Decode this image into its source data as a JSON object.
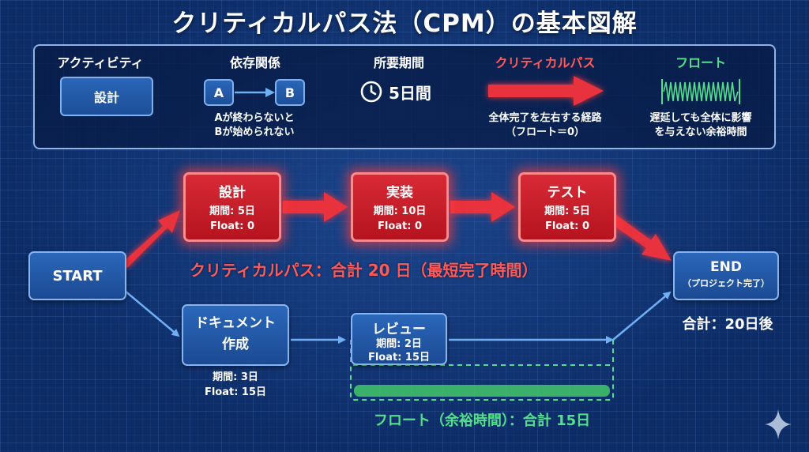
{
  "title": "クリティカルパス法（CPM）の基本図解",
  "legend": {
    "activity": {
      "heading": "アクティビティ",
      "chip": "設計"
    },
    "dependency": {
      "heading": "依存関係",
      "from": "A",
      "to": "B",
      "note_line1": "Aが終わらないと",
      "note_line2": "Bが始められない"
    },
    "duration": {
      "heading": "所要期間",
      "value": "5日間"
    },
    "critical": {
      "heading": "クリティカルパス",
      "note_line1": "全体完了を左右する経路",
      "note_line2": "（フロート＝0）"
    },
    "float": {
      "heading": "フロート",
      "note_line1": "遅延しても全体に影響",
      "note_line2": "を与えない余裕時間"
    }
  },
  "nodes": {
    "start": {
      "label": "START"
    },
    "design": {
      "name": "設計",
      "period": "期間: 5日",
      "float": "Float: 0"
    },
    "implement": {
      "name": "実装",
      "period": "期間: 10日",
      "float": "Float: 0"
    },
    "test": {
      "name": "テスト",
      "period": "期間: 5日",
      "float": "Float: 0"
    },
    "end": {
      "label": "END",
      "sub": "（プロジェクト完了）"
    },
    "document": {
      "name_line1": "ドキュメント",
      "name_line2": "作成",
      "period": "期間: 3日",
      "float": "Float: 15日"
    },
    "review": {
      "name": "レビュー",
      "period": "期間: 2日",
      "float": "Float: 15日"
    }
  },
  "critical_banner": "クリティカルパス：合計 20 日（最短完了時間）",
  "float_banner": "フロート（余裕時間）：合計 15日",
  "end_total": "合計：20日後",
  "colors": {
    "critical": "#e8323c",
    "normal": "#2b67bb",
    "float": "#54e08a",
    "background": "#0d2c66"
  }
}
